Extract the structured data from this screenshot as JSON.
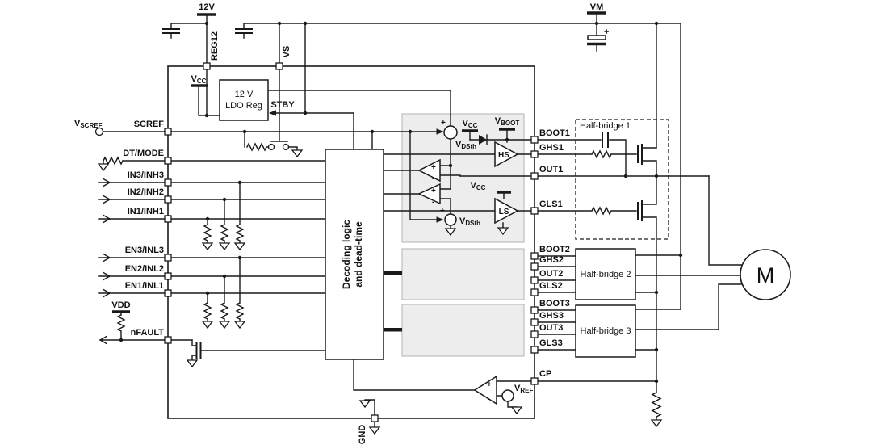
{
  "colors": {
    "line": "#1a1a1a",
    "driver_block_fill": "#ededed",
    "background": "#ffffff"
  },
  "supplies": {
    "v12": "12V",
    "vm": "VM",
    "vs": "VS",
    "reg12": "REG12",
    "vdd": "VDD",
    "gnd": "GND",
    "stby": "STBY",
    "cp": "CP"
  },
  "sub": {
    "vscref": {
      "b": "V",
      "s": "SCREF"
    },
    "vcc_top": {
      "b": "V",
      "s": "CC"
    },
    "vcc_hs": {
      "b": "V",
      "s": "CC"
    },
    "vcc_ls": {
      "b": "V",
      "s": "CC"
    },
    "vboot": {
      "b": "V",
      "s": "BOOT"
    },
    "vdsth_top": {
      "b": "V",
      "s": "DSth"
    },
    "vdsth_bot": {
      "b": "V",
      "s": "DSth"
    },
    "vref": {
      "b": "V",
      "s": "REF"
    }
  },
  "blocks": {
    "ldo1": "12 V",
    "ldo2": "LDO Reg",
    "dec1": "Decoding logic",
    "dec2": "and dead-time",
    "hs": "HS",
    "ls": "LS",
    "hb1": "Half-bridge 1",
    "hb2": "Half-bridge 2",
    "hb3": "Half-bridge 3",
    "motor": "M"
  },
  "pins_left": [
    "SCREF",
    "DT/MODE",
    "IN3/INH3",
    "IN2/INH2",
    "IN1/INH1",
    "EN3/INL3",
    "EN2/INL2",
    "EN1/INL1",
    "nFAULT"
  ],
  "pins_right": [
    "BOOT1",
    "GHS1",
    "OUT1",
    "GLS1",
    "BOOT2",
    "GHS2",
    "OUT2",
    "GLS2",
    "BOOT3",
    "GHS3",
    "OUT3",
    "GLS3"
  ],
  "signs": {
    "plus": "+",
    "minus": "-"
  }
}
